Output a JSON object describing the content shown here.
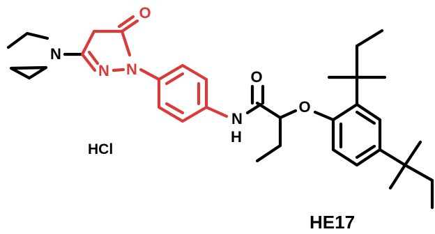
{
  "colors": {
    "bond_default": "#000000",
    "bond_highlight": "#d93a3a",
    "background": "#ffffff"
  },
  "labels": {
    "hcl": "HCl",
    "compound": "HE17"
  },
  "atoms": {
    "n_pyrrolidine": "N",
    "o_ketone": "O",
    "n_pyrazole_2": "N",
    "n_pyrazole_1": "N",
    "o_amide": "O",
    "n_amide": "N",
    "h_amide": "H",
    "o_ether": "O"
  }
}
